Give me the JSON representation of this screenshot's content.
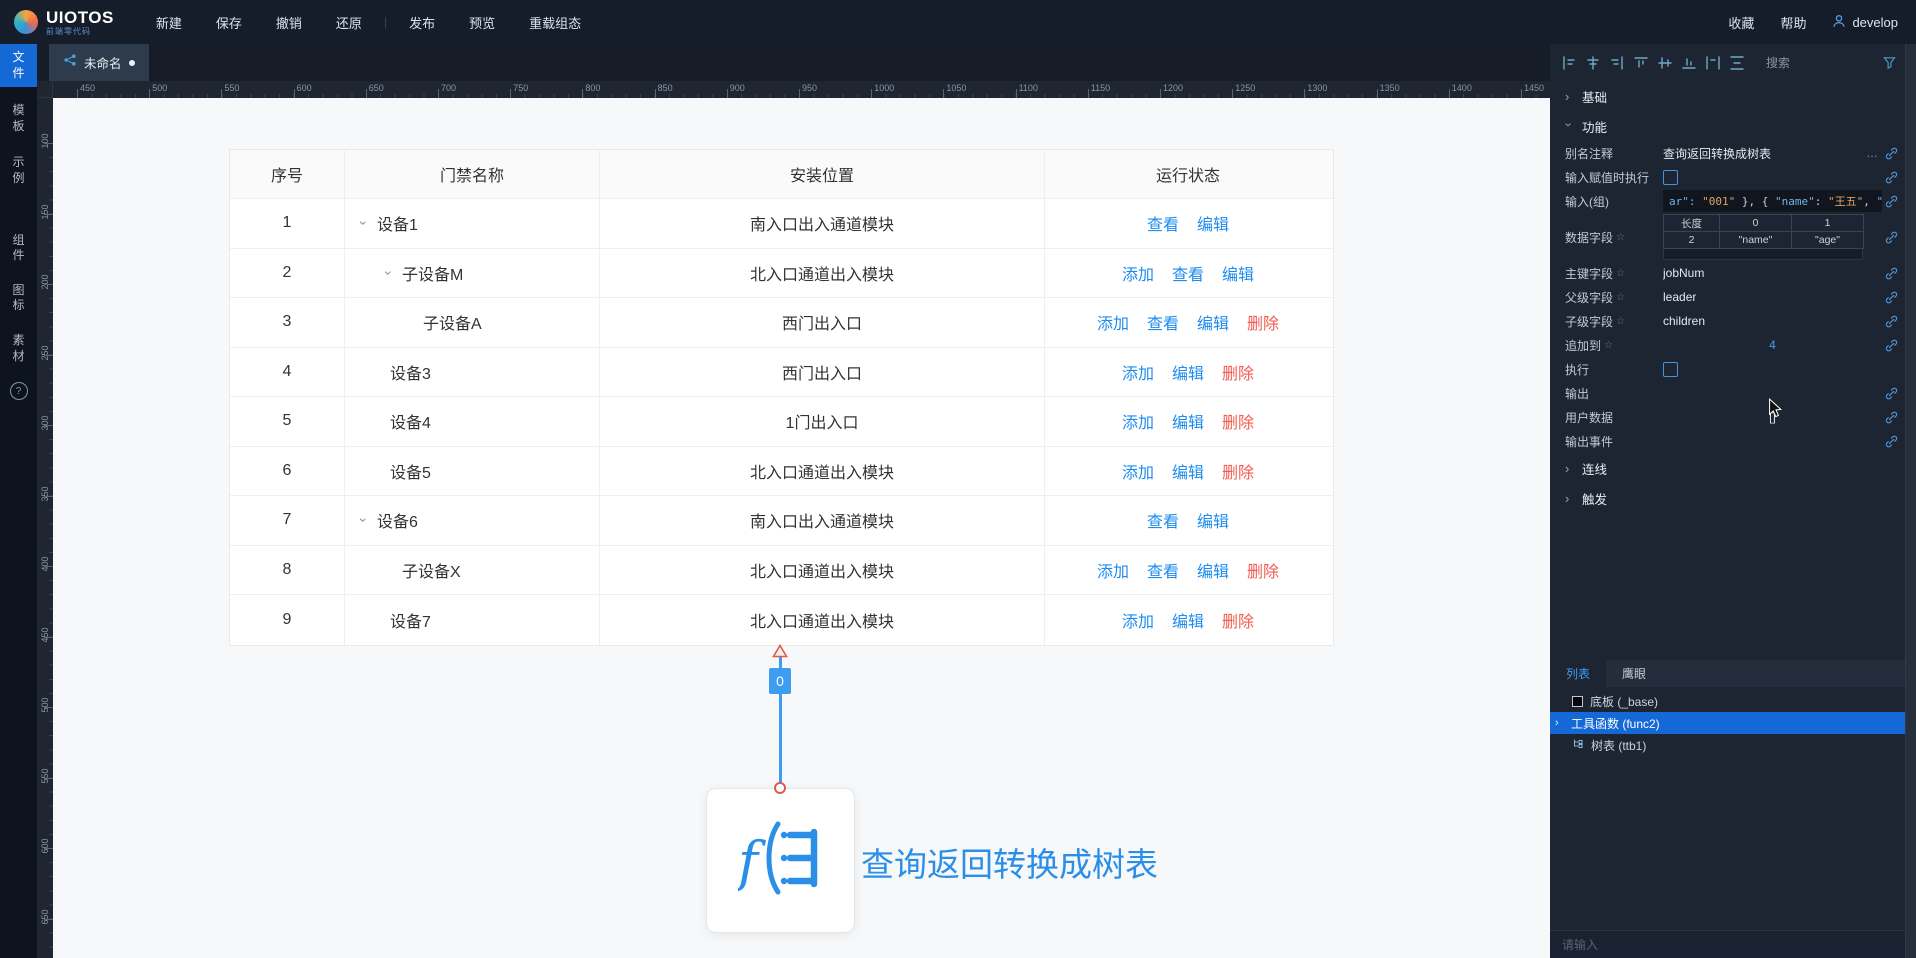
{
  "colors": {
    "accent": "#1d8cf0",
    "danger": "#f25b50",
    "node_blue": "#2b8fe8",
    "select_blue": "#1569d6"
  },
  "topbar": {
    "logo": "UIOTOS",
    "logo_sub": "前端零代码",
    "menu": [
      {
        "id": "new",
        "label": "新建"
      },
      {
        "id": "save",
        "label": "保存"
      },
      {
        "id": "undo",
        "label": "撤销"
      },
      {
        "id": "redo",
        "label": "还原"
      },
      {
        "id": "divider"
      },
      {
        "id": "publish",
        "label": "发布"
      },
      {
        "id": "preview",
        "label": "预览"
      },
      {
        "id": "reload",
        "label": "重载组态"
      }
    ],
    "right": [
      {
        "id": "favorites",
        "label": "收藏"
      },
      {
        "id": "help",
        "label": "帮助"
      }
    ],
    "user": "develop"
  },
  "sidebar": {
    "items": [
      {
        "id": "files",
        "label": "文件",
        "active": true
      },
      {
        "id": "templates",
        "label": "模板"
      },
      {
        "id": "examples",
        "label": "示例"
      },
      {
        "id": "components",
        "label": "组件"
      },
      {
        "id": "icons",
        "label": "图标"
      },
      {
        "id": "assets",
        "label": "素材"
      }
    ],
    "help": "?"
  },
  "tab": {
    "title": "未命名"
  },
  "rulers": {
    "horizontal": [
      450,
      500,
      550,
      600,
      650,
      700,
      750,
      800,
      850,
      900,
      950,
      1000,
      1050,
      1100,
      1150,
      1200,
      1250,
      1300,
      1350,
      1400,
      1450
    ],
    "vertical": [
      100,
      150,
      200,
      250,
      300,
      350,
      400,
      450,
      500,
      550,
      600,
      650
    ]
  },
  "canvas": {
    "table": {
      "headers": [
        "序号",
        "门禁名称",
        "安装位置",
        "运行状态"
      ],
      "rows": [
        {
          "seq": "1",
          "name": "设备1",
          "expandable": true,
          "indent": 32,
          "location": "南入口出入通道模块",
          "actions": [
            {
              "id": "view",
              "label": "查看"
            },
            {
              "id": "edit",
              "label": "编辑"
            }
          ]
        },
        {
          "seq": "2",
          "name": "子设备M",
          "expandable": true,
          "indent": 57,
          "location": "北入口通道出入模块",
          "actions": [
            {
              "id": "add",
              "label": "添加"
            },
            {
              "id": "view",
              "label": "查看"
            },
            {
              "id": "edit",
              "label": "编辑"
            }
          ]
        },
        {
          "seq": "3",
          "name": "子设备A",
          "indent": 78,
          "location": "西门出入口",
          "actions": [
            {
              "id": "add",
              "label": "添加"
            },
            {
              "id": "view",
              "label": "查看"
            },
            {
              "id": "edit",
              "label": "编辑"
            },
            {
              "id": "delete",
              "label": "删除",
              "danger": true
            }
          ]
        },
        {
          "seq": "4",
          "name": "设备3",
          "indent": 45,
          "location": "西门出入口",
          "actions": [
            {
              "id": "add",
              "label": "添加"
            },
            {
              "id": "edit",
              "label": "编辑"
            },
            {
              "id": "delete",
              "label": "删除",
              "danger": true
            }
          ]
        },
        {
          "seq": "5",
          "name": "设备4",
          "indent": 45,
          "location": "1门出入口",
          "actions": [
            {
              "id": "add",
              "label": "添加"
            },
            {
              "id": "edit",
              "label": "编辑"
            },
            {
              "id": "delete",
              "label": "删除",
              "danger": true
            }
          ]
        },
        {
          "seq": "6",
          "name": "设备5",
          "indent": 45,
          "location": "北入口通道出入模块",
          "actions": [
            {
              "id": "add",
              "label": "添加"
            },
            {
              "id": "edit",
              "label": "编辑"
            },
            {
              "id": "delete",
              "label": "删除",
              "danger": true
            }
          ]
        },
        {
          "seq": "7",
          "name": "设备6",
          "expandable": true,
          "indent": 32,
          "location": "南入口出入通道模块",
          "actions": [
            {
              "id": "view",
              "label": "查看"
            },
            {
              "id": "edit",
              "label": "编辑"
            }
          ]
        },
        {
          "seq": "8",
          "name": "子设备X",
          "indent": 57,
          "location": "北入口通道出入模块",
          "actions": [
            {
              "id": "add",
              "label": "添加"
            },
            {
              "id": "view",
              "label": "查看"
            },
            {
              "id": "edit",
              "label": "编辑"
            },
            {
              "id": "delete",
              "label": "删除",
              "danger": true
            }
          ]
        },
        {
          "seq": "9",
          "name": "设备7",
          "indent": 45,
          "location": "北入口通道出入模块",
          "actions": [
            {
              "id": "add",
              "label": "添加"
            },
            {
              "id": "edit",
              "label": "编辑"
            },
            {
              "id": "delete",
              "label": "删除",
              "danger": true
            }
          ]
        }
      ]
    },
    "node": {
      "label": "查询返回转换成树表",
      "port_value": "0"
    }
  },
  "inspector": {
    "toolbar_icons": [
      "align-left",
      "align-center-vertical",
      "align-right",
      "align-top",
      "align-center-horizontal",
      "align-bottom",
      "distribute-horizontal",
      "distribute-vertical"
    ],
    "search_label": "搜索",
    "sections": [
      {
        "id": "basic",
        "label": "基础",
        "collapsed": true
      },
      {
        "id": "function",
        "label": "功能",
        "collapsed": false,
        "rows": [
          {
            "id": "alias",
            "label": "别名注释",
            "kind": "text",
            "value": "查询返回转换成树表",
            "more": "…",
            "link": true
          },
          {
            "id": "exec-on-input",
            "label": "输入赋值时执行",
            "kind": "checkbox",
            "checked": false,
            "link": true
          },
          {
            "id": "input-group",
            "label": "输入(组)",
            "kind": "code",
            "link": true,
            "segments": [
              {
                "t": "ar\": ",
                "c": "#6fb3e8"
              },
              {
                "t": "\"001\"",
                "c": "#e2a169"
              },
              {
                "t": " }, { ",
                "c": "#c8d0da"
              },
              {
                "t": "\"name\"",
                "c": "#6fb3e8"
              },
              {
                "t": ": ",
                "c": "#c8d0da"
              },
              {
                "t": "\"王五\"",
                "c": "#e2a169"
              },
              {
                "t": ", ",
                "c": "#c8d0da"
              },
              {
                "t": "\"age\"",
                "c": "#6fb3e8"
              },
              {
                "t": ":",
                "c": "#c8d0da"
              }
            ]
          },
          {
            "id": "data-fields",
            "label": "数据字段",
            "star": true,
            "kind": "grid",
            "link": true,
            "grid": [
              [
                "长度",
                "0",
                "1"
              ],
              [
                "2",
                "\"name\"",
                "\"age\""
              ]
            ]
          },
          {
            "id": "primary-key",
            "label": "主键字段",
            "star": true,
            "kind": "text",
            "value": "jobNum",
            "link": true
          },
          {
            "id": "parent-field",
            "label": "父级字段",
            "star": true,
            "kind": "text",
            "value": "leader",
            "link": true
          },
          {
            "id": "child-field",
            "label": "子级字段",
            "star": true,
            "kind": "text",
            "value": "children",
            "link": true
          },
          {
            "id": "append-to",
            "label": "追加到",
            "star": true,
            "kind": "center",
            "value": "4",
            "color": "#3d9df2",
            "link": true
          },
          {
            "id": "execute",
            "label": "执行",
            "kind": "checkbox",
            "checked": false,
            "link": false
          },
          {
            "id": "output",
            "label": "输出",
            "kind": "empty",
            "link": true
          },
          {
            "id": "user-data",
            "label": "用户数据",
            "kind": "center",
            "value": "[]",
            "color": "#dfe5ec",
            "link": true
          },
          {
            "id": "output-event",
            "label": "输出事件",
            "kind": "empty",
            "link": true
          }
        ]
      },
      {
        "id": "wire",
        "label": "连线",
        "collapsed": true
      },
      {
        "id": "trigger",
        "label": "触发",
        "collapsed": true
      }
    ],
    "panel_tabs": [
      {
        "id": "list",
        "label": "列表",
        "active": true
      },
      {
        "id": "eagle-eye",
        "label": "鹰眼"
      }
    ],
    "layers": [
      {
        "id": "base",
        "label": "底板 (_base)",
        "icon": "square"
      },
      {
        "id": "func2",
        "label": "工具函数 (func2)",
        "icon": "chevron",
        "selected": true
      },
      {
        "id": "ttb1",
        "label": "树表 (ttb1)",
        "icon": "tree"
      }
    ],
    "footer_placeholder": "请输入"
  }
}
